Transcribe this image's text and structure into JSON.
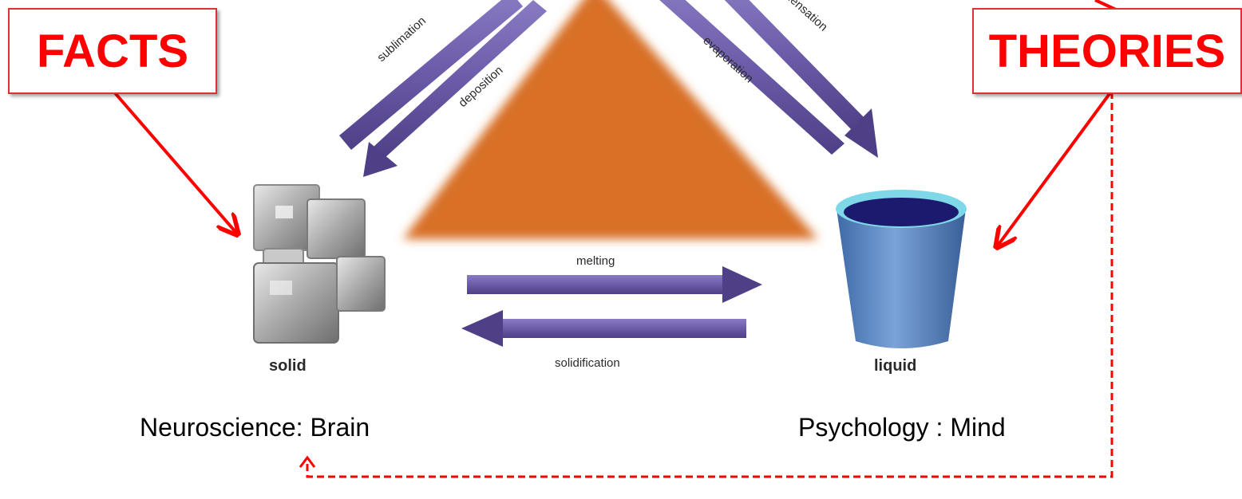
{
  "callouts": {
    "facts": "FACTS",
    "theories": "THEORIES"
  },
  "diagram": {
    "states": {
      "solid": "solid",
      "liquid": "liquid"
    },
    "processes": {
      "sublimation": "sublimation",
      "deposition": "deposition",
      "evaporation": "evaporation",
      "condensation": "condensation",
      "melting": "melting",
      "solidification": "solidification"
    }
  },
  "captions": {
    "left": "Neuroscience: Brain",
    "right": "Psychology : Mind"
  },
  "colors": {
    "accent_red": "#ff0000",
    "triangle_orange": "#d86f28",
    "process_arrow_purple": "#6c5ba8",
    "ice_gray": "#b8b8b8",
    "liquid_blue": "#4f7fbf"
  }
}
